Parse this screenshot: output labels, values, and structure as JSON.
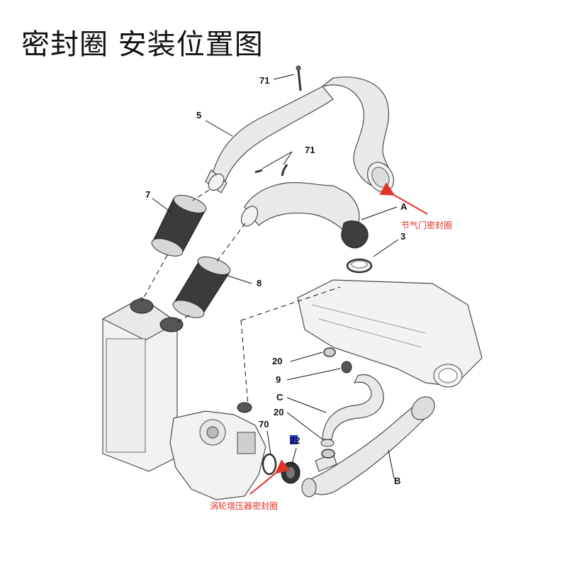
{
  "title": "密封圈 安装位置图",
  "callouts": {
    "c71_top": "71",
    "c5": "5",
    "c71_mid": "71",
    "c7": "7",
    "cA": "A",
    "c3": "3",
    "c8": "8",
    "c20_upper": "20",
    "c9": "9",
    "cC": "C",
    "c20_lower": "20",
    "c70": "70",
    "c22": "22",
    "cB": "B"
  },
  "annotations": {
    "throttle_seal": "节气门密封圈",
    "turbo_seal": "涡轮增压器密封圈"
  },
  "colors": {
    "arrow": "#e0352b",
    "highlight_box": "#2233cc"
  }
}
